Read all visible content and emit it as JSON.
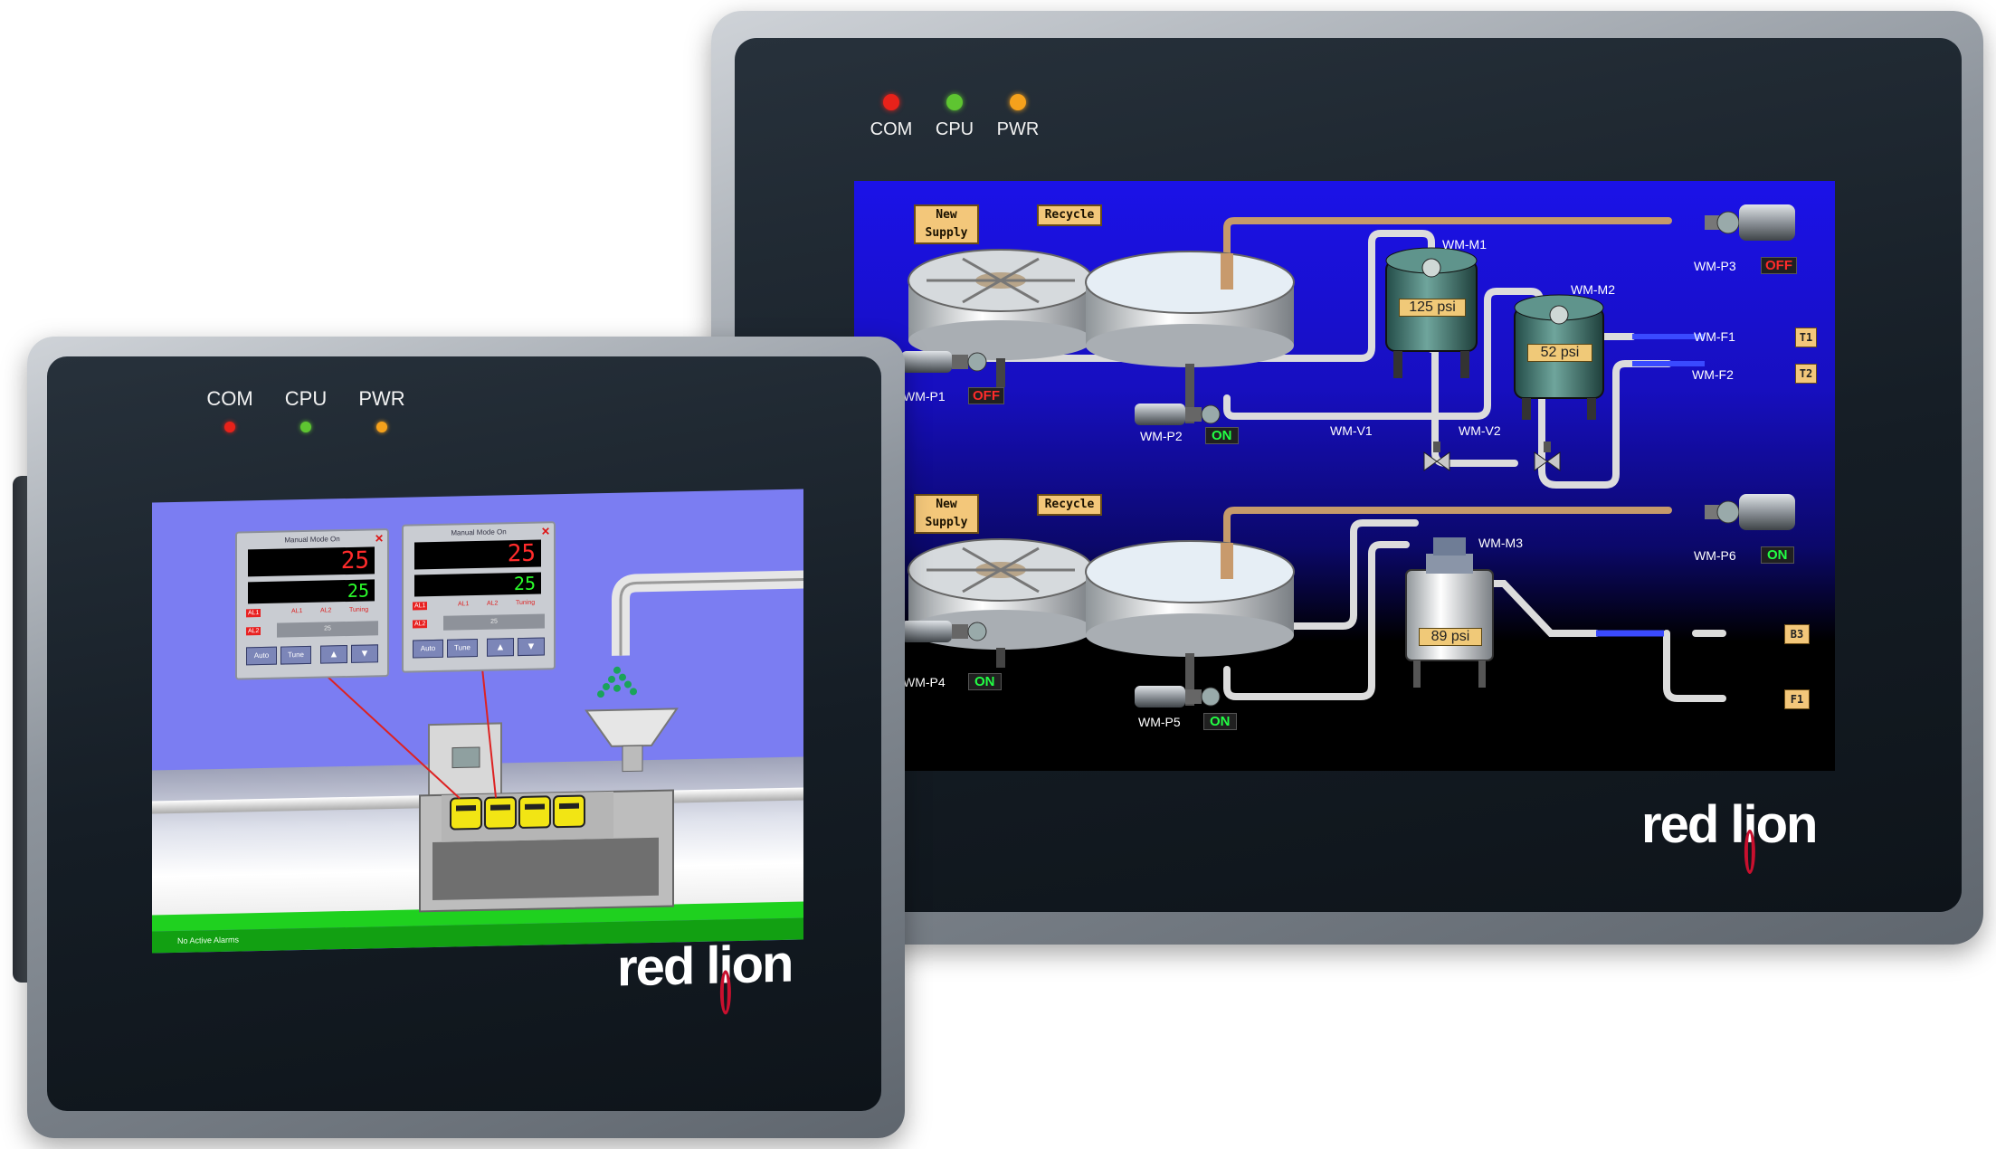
{
  "large_panel": {
    "leds": [
      {
        "label": "COM",
        "color": "#e8221a"
      },
      {
        "label": "CPU",
        "color": "#5ec531"
      },
      {
        "label": "PWR",
        "color": "#f5a11c"
      }
    ],
    "brand": {
      "before": "red l",
      "i": "i",
      "after": "on"
    },
    "tags": {
      "new_supply_1": "New Supply",
      "recycle_1": "Recycle",
      "new_supply_2": "New Supply",
      "recycle_2": "Recycle"
    },
    "equipment": {
      "wm_m1": "WM-M1",
      "wm_m2": "WM-M2",
      "wm_m3": "WM-M3",
      "wm_p1": "WM-P1",
      "wm_p2": "WM-P2",
      "wm_p3": "WM-P3",
      "wm_p4": "WM-P4",
      "wm_p5": "WM-P5",
      "wm_p6": "WM-P6",
      "wm_v1": "WM-V1",
      "wm_v2": "WM-V2",
      "wm_f1": "WM-F1",
      "wm_f2": "WM-F2"
    },
    "status": {
      "p1": "OFF",
      "p2": "ON",
      "p3": "OFF",
      "p4": "ON",
      "p5": "ON",
      "p6": "ON"
    },
    "pressures": {
      "m1": "125 psi",
      "m2": "52 psi",
      "m3": "89 psi"
    },
    "outputs": {
      "t1": "T1",
      "t2": "T2",
      "b3": "B3",
      "f1": "F1"
    },
    "colors": {
      "screen_top": "#1b12e8",
      "screen_bottom": "#000000",
      "off": "#ff2b2b",
      "on": "#22ff44"
    }
  },
  "small_panel": {
    "leds": [
      {
        "label": "COM",
        "color": "#e8221a"
      },
      {
        "label": "CPU",
        "color": "#5ec531"
      },
      {
        "label": "PWR",
        "color": "#f5a11c"
      }
    ],
    "brand": {
      "before": "red l",
      "i": "i",
      "after": "on"
    },
    "controllers": [
      {
        "title": "Manual Mode On",
        "pv": "25",
        "sp": "25",
        "al1": "AL1",
        "al2": "AL2",
        "col_al1": "AL1",
        "col_al2": "AL2",
        "col_tuning": "Tuning",
        "value": "25",
        "auto": "Auto",
        "tune": "Tune"
      },
      {
        "title": "Manual Mode On",
        "pv": "25",
        "sp": "25",
        "al1": "AL1",
        "al2": "AL2",
        "col_al1": "AL1",
        "col_al2": "AL2",
        "col_tuning": "Tuning",
        "value": "25",
        "auto": "Auto",
        "tune": "Tune"
      }
    ],
    "footer": "No Active Alarms",
    "colors": {
      "sky": "#7b7df2",
      "floor": "#1fd11f"
    }
  }
}
